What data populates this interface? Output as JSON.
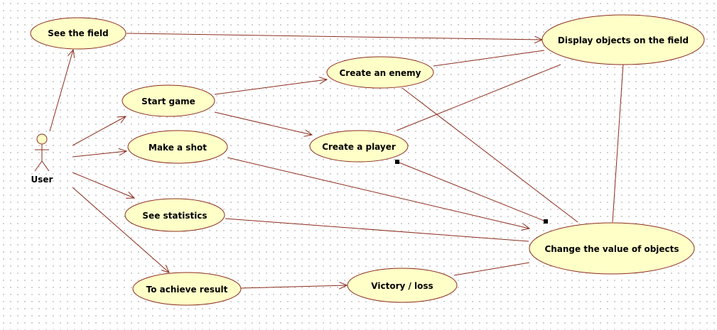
{
  "actor": {
    "label": "User"
  },
  "use_cases": [
    {
      "id": "see_field",
      "label": "See the field"
    },
    {
      "id": "start_game",
      "label": "Start game"
    },
    {
      "id": "make_shot",
      "label": "Make a shot"
    },
    {
      "id": "see_statistics",
      "label": "See statistics"
    },
    {
      "id": "achieve_result",
      "label": "To achieve result"
    },
    {
      "id": "create_enemy",
      "label": "Create an enemy"
    },
    {
      "id": "create_player",
      "label": "Create a player"
    },
    {
      "id": "victory_loss",
      "label": "Victory / loss"
    },
    {
      "id": "display_objects",
      "label": "Display objects on the field"
    },
    {
      "id": "change_value",
      "label": "Change the value of objects"
    }
  ],
  "relations": [
    {
      "from": "user",
      "to": "see_field",
      "arrow": true
    },
    {
      "from": "user",
      "to": "start_game",
      "arrow": true
    },
    {
      "from": "user",
      "to": "make_shot",
      "arrow": true
    },
    {
      "from": "user",
      "to": "see_statistics",
      "arrow": true
    },
    {
      "from": "user",
      "to": "achieve_result",
      "arrow": true
    },
    {
      "from": "see_field",
      "to": "display_objects",
      "arrow": true
    },
    {
      "from": "start_game",
      "to": "create_enemy",
      "arrow": true
    },
    {
      "from": "start_game",
      "to": "create_player",
      "arrow": true
    },
    {
      "from": "create_enemy",
      "to": "display_objects",
      "arrow": false
    },
    {
      "from": "create_player",
      "to": "display_objects",
      "arrow": false
    },
    {
      "from": "create_enemy",
      "to": "change_value",
      "arrow": false
    },
    {
      "from": "create_player",
      "to": "change_value",
      "arrow": false
    },
    {
      "from": "make_shot",
      "to": "change_value",
      "arrow": true
    },
    {
      "from": "see_statistics",
      "to": "change_value",
      "arrow": false
    },
    {
      "from": "display_objects",
      "to": "change_value",
      "arrow": false
    },
    {
      "from": "achieve_result",
      "to": "victory_loss",
      "arrow": true
    },
    {
      "from": "victory_loss",
      "to": "change_value",
      "arrow": false
    }
  ],
  "colors": {
    "usecase_fill": "#ffffc8",
    "line": "#8b2c1e"
  }
}
